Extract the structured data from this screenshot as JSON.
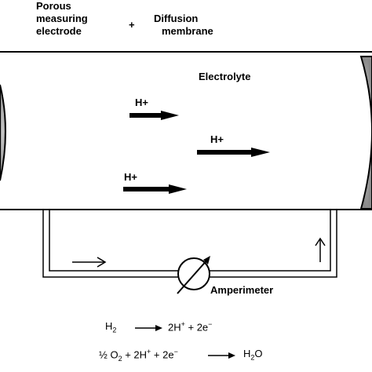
{
  "labels": {
    "porous_electrode": [
      "Porous",
      "measuring",
      "electrode"
    ],
    "plus": "+",
    "diffusion_membrane": [
      "Diffusion",
      "membrane"
    ],
    "electrolyte": "Electrolyte",
    "amperimeter": "Amperimeter"
  },
  "ions": [
    "H+",
    "H+",
    "H+"
  ],
  "equations": {
    "eq1": {
      "left": "H",
      "left_sub": "2",
      "right": "2H",
      "right_sup1": "+",
      "right_tail": " + 2e",
      "right_sup2": "−"
    },
    "eq2": {
      "part1": "½ O",
      "sub1": "2",
      "part2": " + 2H",
      "sup1": "+",
      "part3": " + 2e",
      "sup2": "−",
      "product": "H",
      "product_sub": "2",
      "product_tail": "O"
    }
  },
  "colors": {
    "electrode_fill": "#b3b3b3",
    "line": "#000000"
  }
}
